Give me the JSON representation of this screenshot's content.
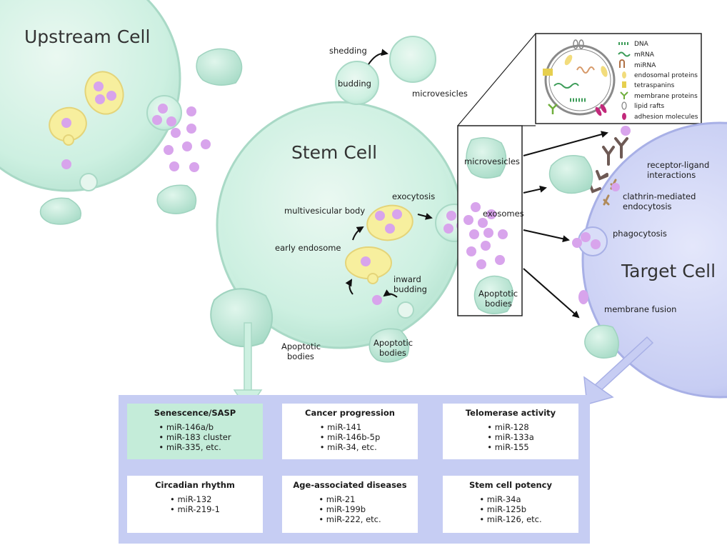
{
  "cells": {
    "upstream": "Upstream Cell",
    "stem": "Stem Cell",
    "target": "Target Cell"
  },
  "labels": {
    "shedding": "shedding",
    "budding": "budding",
    "microvesicles_top": "microvesicles",
    "exocytosis": "exocytosis",
    "multivesicular_body": "multivesicular body",
    "early_endosome": "early endosome",
    "inward_budding_1": "inward",
    "inward_budding_2": "budding",
    "apoptotic_1a": "Apoptotic",
    "apoptotic_1b": "bodies",
    "apoptotic_2a": "Apoptotic",
    "apoptotic_2b": "bodies",
    "box_microvesicles": "microvesicles",
    "box_exosomes": "exosomes",
    "box_apoptotic_a": "Apoptotic",
    "box_apoptotic_b": "bodies",
    "receptor_1": "receptor-ligand",
    "receptor_2": "interactions",
    "clathrin_1": "clathrin-mediated",
    "clathrin_2": "endocytosis",
    "phagocytosis": "phagocytosis",
    "membrane_fusion": "membrane fusion"
  },
  "legend": [
    {
      "label": "DNA",
      "icon": "dna-icon"
    },
    {
      "label": "mRNA",
      "icon": "mrna-icon"
    },
    {
      "label": "miRNA",
      "icon": "mirna-icon"
    },
    {
      "label": "endosomal proteins",
      "icon": "endosomal-protein-icon"
    },
    {
      "label": "tetraspanins",
      "icon": "tetraspanin-icon"
    },
    {
      "label": "membrane proteins",
      "icon": "membrane-protein-icon"
    },
    {
      "label": "lipid rafts",
      "icon": "lipid-raft-icon"
    },
    {
      "label": "adhesion molecules",
      "icon": "adhesion-molecule-icon"
    }
  ],
  "colors": {
    "cell_fill": "#cdf0e1",
    "cell_stroke": "#a9d9c6",
    "target_fill": "#c7cdf3",
    "vesicle_pink": "#d8a4ec",
    "endosome_yellow": "#f7ef9e",
    "panel_bg": "#c6cdf3",
    "highlight_box": "#c4ecd9"
  },
  "boxes": [
    {
      "title": "Senescence/SASP",
      "items": [
        "miR-146a/b",
        "miR-183 cluster",
        "miR-335, etc."
      ]
    },
    {
      "title": "Cancer progression",
      "items": [
        "miR-141",
        "miR-146b-5p",
        "miR-34, etc."
      ]
    },
    {
      "title": "Telomerase activity",
      "items": [
        "miR-128",
        "miR-133a",
        "miR-155"
      ]
    },
    {
      "title": "Circadian rhythm",
      "items": [
        "miR-132",
        "miR-219-1"
      ]
    },
    {
      "title": "Age-associated diseases",
      "items": [
        "miR-21",
        "miR-199b",
        "miR-222, etc."
      ]
    },
    {
      "title": "Stem cell potency",
      "items": [
        "miR-34a",
        "miR-125b",
        "miR-126, etc."
      ]
    }
  ]
}
